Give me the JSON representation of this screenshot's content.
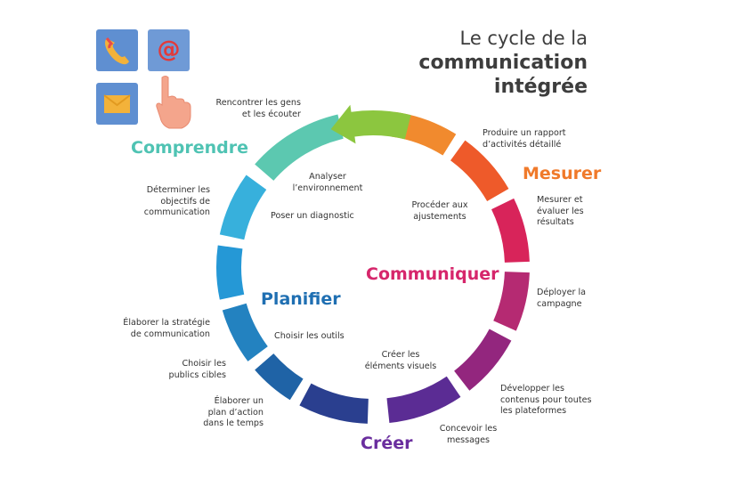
{
  "title": {
    "line1": "Le cycle de la",
    "line2": "communication",
    "line3": "intégrée"
  },
  "center_label": "Communiquer",
  "phases": [
    {
      "name": "Comprendre",
      "color": "#4fc3b3"
    },
    {
      "name": "Planifier",
      "color": "#1f6fb2"
    },
    {
      "name": "Créer",
      "color": "#6a2e9e"
    },
    {
      "name": "Mesurer",
      "color": "#f07a2b"
    }
  ],
  "center_label_color": "#d6266b",
  "outer_notes": {
    "rencontrer": "Rencontrer les gens\net les écouter",
    "determiner": "Déterminer les\nobjectifs de\ncommunication",
    "elaborer_strategie": "Élaborer la stratégie\nde communication",
    "choisir_publics": "Choisir les\npublics cibles",
    "elaborer_plan": "Élaborer un\nplan d’action\ndans le temps",
    "concevoir": "Concevoir les\nmessages",
    "developper": "Développer les\ncontenus pour toutes\nles plateformes",
    "deployer": "Déployer la\ncampagne",
    "mesurer_evaluer": "Mesurer et\névaluer les\nrésultats",
    "produire": "Produire un rapport\nd’activités détaillé"
  },
  "inner_notes": {
    "analyser": "Analyser\nl’environnement",
    "diagnostic": "Poser un diagnostic",
    "outils": "Choisir les outils",
    "visuels": "Créer les\néléments visuels",
    "ajustements": "Procéder aux\najustements"
  },
  "ring_segments": [
    {
      "name": "ring-segment-analyser",
      "color": "#5cc8b0"
    },
    {
      "name": "ring-segment-objectifs",
      "color": "#37b0dc"
    },
    {
      "name": "ring-segment-diagnostic",
      "color": "#2598d6"
    },
    {
      "name": "ring-segment-strategie",
      "color": "#2382c0"
    },
    {
      "name": "ring-segment-publics",
      "color": "#1f63a6"
    },
    {
      "name": "ring-segment-plan",
      "color": "#2a3f8f"
    },
    {
      "name": "ring-segment-messages",
      "color": "#5b2c94"
    },
    {
      "name": "ring-segment-contenus",
      "color": "#93267e"
    },
    {
      "name": "ring-segment-campagne",
      "color": "#b52a72"
    },
    {
      "name": "ring-segment-deployer",
      "color": "#d8245a"
    },
    {
      "name": "ring-segment-evaluer",
      "color": "#ee5a2a"
    },
    {
      "name": "ring-segment-rapport",
      "color": "#f18a2e"
    },
    {
      "name": "ring-segment-arrow",
      "color": "#8cc63f"
    }
  ],
  "icons": [
    "phone-icon",
    "at-sign-icon",
    "envelope-icon",
    "pointing-hand-icon"
  ],
  "icon_tile_color": "#5f8fd1"
}
